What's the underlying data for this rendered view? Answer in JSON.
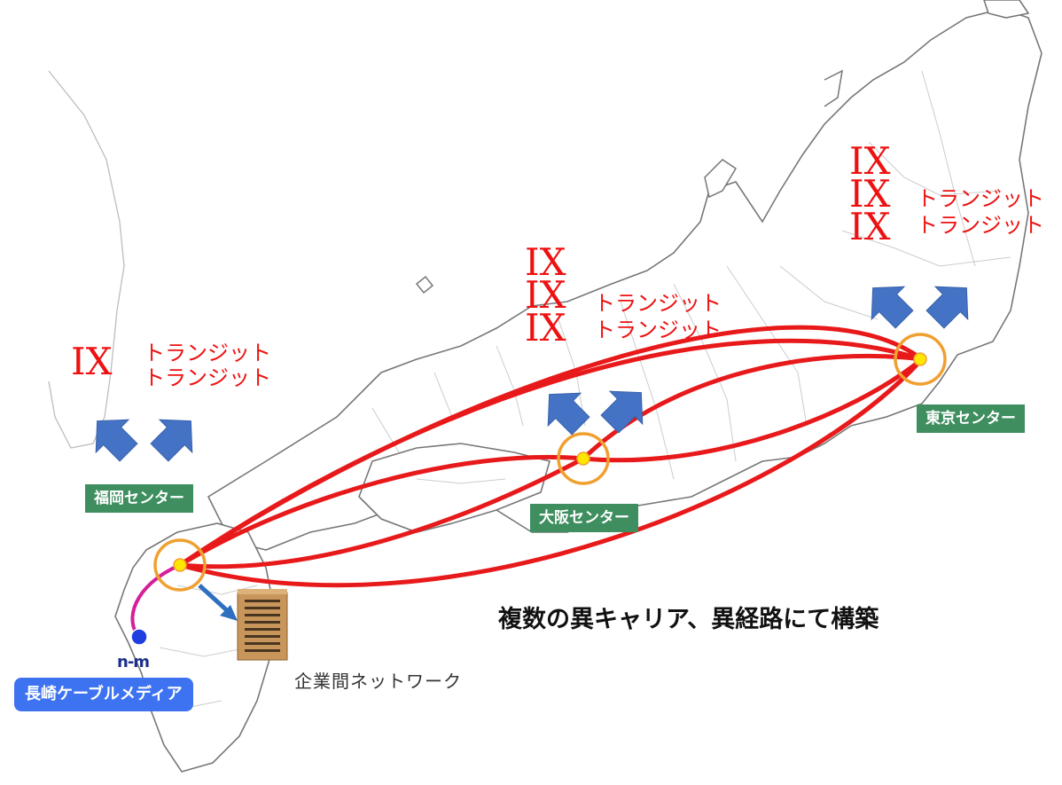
{
  "map_title": "",
  "note": "複数の異キャリア、異経路にて構築",
  "corporate_network_label": "企業間ネットワーク",
  "centers": {
    "tokyo": "東京センター",
    "osaka": "大阪センター",
    "fukuoka": "福岡センター"
  },
  "nagasaki": {
    "label": "長崎ケーブルメディア",
    "logo_text": "n-m"
  },
  "uplinks": {
    "tokyo": {
      "ix": [
        "IX",
        "IX",
        "IX"
      ],
      "transit": [
        "トランジット",
        "トランジット"
      ]
    },
    "osaka": {
      "ix": [
        "IX",
        "IX",
        "IX"
      ],
      "transit": [
        "トランジット",
        "トランジット"
      ]
    },
    "fukuoka": {
      "ix": [
        "IX"
      ],
      "transit": [
        "トランジット",
        "トランジット"
      ]
    }
  },
  "colors": {
    "route_line": "#e8191a",
    "arrow": "#4472c4",
    "center_badge": "#3e8e5f",
    "nagasaki_badge": "#3d73f0",
    "ix_text": "#ee1111",
    "hub_ring": "#f0a030",
    "local_link": "#d61f9a"
  },
  "icons": [
    "building-icon",
    "hub-marker-icon",
    "up-arrow-icon",
    "nagasaki-node-icon"
  ]
}
